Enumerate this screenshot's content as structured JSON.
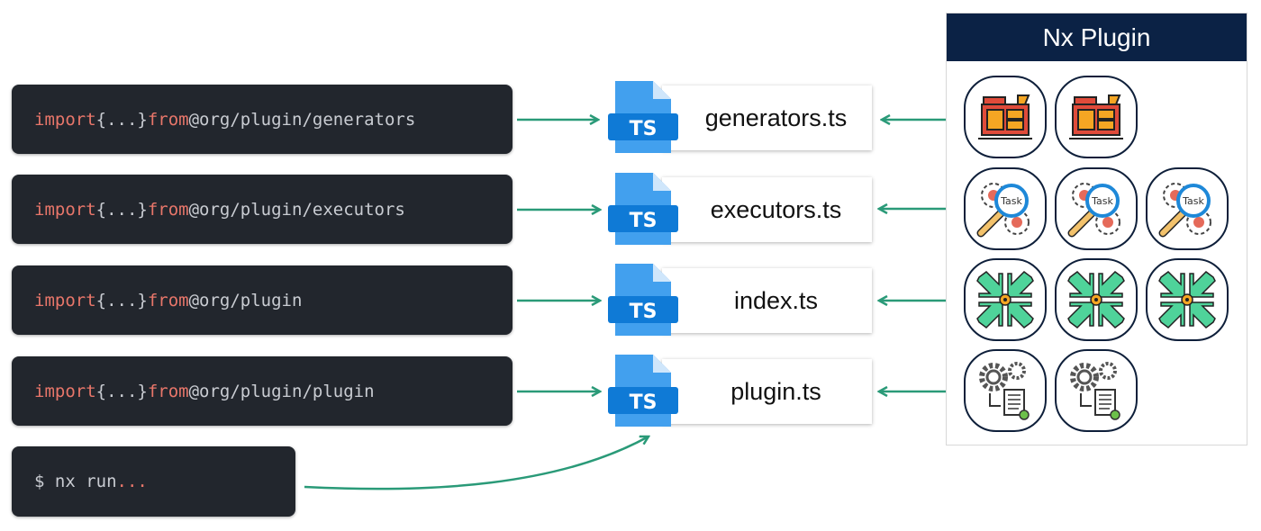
{
  "imports": [
    {
      "keyword": "import",
      "braces": "{...}",
      "from": "from",
      "path": "@org/plugin/generators"
    },
    {
      "keyword": "import",
      "braces": "{...}",
      "from": "from",
      "path": "@org/plugin/executors"
    },
    {
      "keyword": "import",
      "braces": "{...}",
      "from": "from",
      "path": "@org/plugin"
    },
    {
      "keyword": "import",
      "braces": "{...}",
      "from": "from",
      "path": "@org/plugin/plugin"
    }
  ],
  "command": {
    "prompt": "$ nx run",
    "args": "..."
  },
  "files": [
    {
      "badge": "TS",
      "name": "generators.ts"
    },
    {
      "badge": "TS",
      "name": "executors.ts"
    },
    {
      "badge": "TS",
      "name": "index.ts"
    },
    {
      "badge": "TS",
      "name": "plugin.ts"
    }
  ],
  "panel": {
    "title": "Nx Plugin",
    "rows": [
      {
        "icon": "generator-machine-icon",
        "count": 2
      },
      {
        "icon": "task-search-gears-icon",
        "count": 3,
        "label": "Task"
      },
      {
        "icon": "converge-arrows-icon",
        "count": 3
      },
      {
        "icon": "gears-document-icon",
        "count": 2
      }
    ]
  },
  "colors": {
    "code_bg": "#22262d",
    "keyword": "#e8766a",
    "arrow": "#2a9a78",
    "header_bg": "#0b2245",
    "ts_blue": "#0f7ad6"
  }
}
